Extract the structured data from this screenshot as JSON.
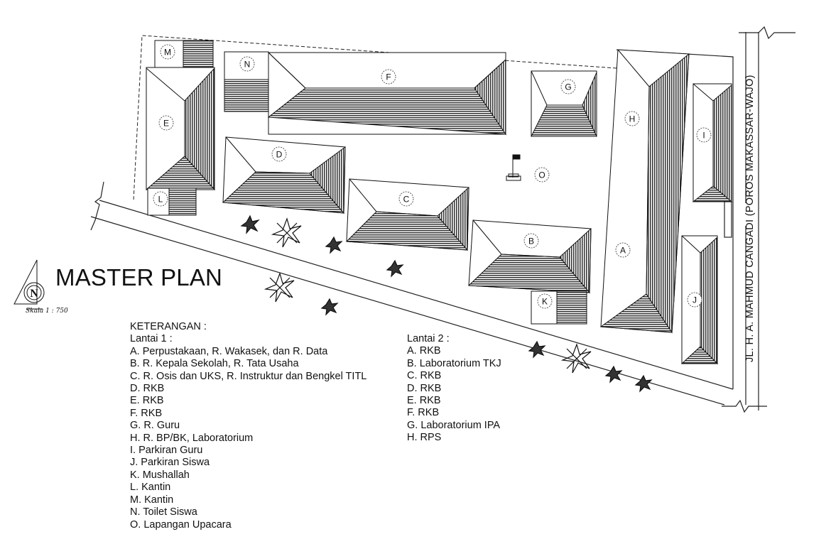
{
  "title": "MASTER PLAN",
  "scale": "Skala 1 : 750",
  "north": "N",
  "street": "JL. H. A. MAHMUD CANGADI (POROS MAKASSAR-WAJO)",
  "legend": {
    "heading": "KETERANGAN :",
    "floor1": {
      "title": "Lantai 1 :",
      "items": [
        "A. Perpustakaan, R. Wakasek, dan R. Data",
        "B. R. Kepala Sekolah, R. Tata Usaha",
        "C. R. Osis dan UKS, R. Instruktur dan Bengkel TITL",
        "D. RKB",
        "E. RKB",
        "F. RKB",
        "G. R. Guru",
        "H. R. BP/BK, Laboratorium",
        " I. Parkiran Guru",
        "J. Parkiran Siswa",
        "K. Mushallah",
        "L. Kantin",
        "M. Kantin",
        "N. Toilet Siswa",
        "O. Lapangan Upacara"
      ]
    },
    "floor2": {
      "title": "Lantai 2 :",
      "items": [
        "A. RKB",
        "B. Laboratorium TKJ",
        "C. RKB",
        "D. RKB",
        "E. RKB",
        "F. RKB",
        "G. Laboratorium IPA",
        "H. RPS"
      ]
    }
  },
  "building_labels": [
    "A",
    "B",
    "C",
    "D",
    "E",
    "F",
    "G",
    "H",
    "I",
    "J",
    "K",
    "L",
    "M",
    "N",
    "O"
  ]
}
